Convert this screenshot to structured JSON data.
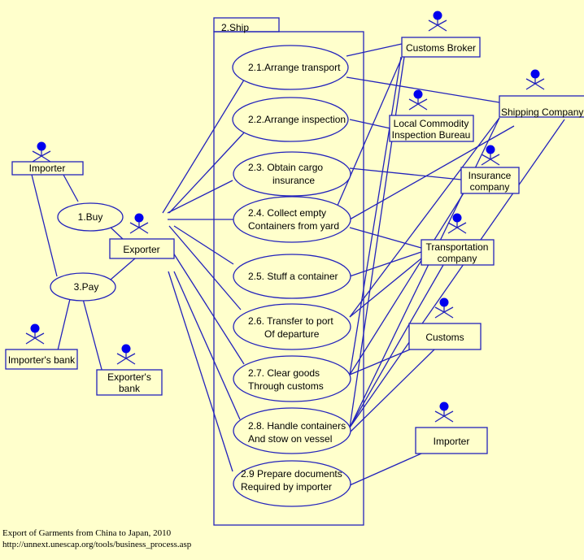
{
  "package": {
    "label": "2.Ship"
  },
  "actors": {
    "importer_left": "Importer",
    "exporter": "Exporter",
    "importers_bank": "Importer's bank",
    "exporters_bank": [
      "Exporter's",
      "bank"
    ],
    "customs_broker": "Customs Broker",
    "inspection_bureau": [
      "Local Commodity",
      "Inspection Bureau"
    ],
    "shipping_company": "Shipping Company",
    "insurance_company": [
      "Insurance",
      "company"
    ],
    "transportation_company": [
      "Transportation",
      "company"
    ],
    "customs": "Customs",
    "importer_right": "Importer"
  },
  "use_cases": {
    "buy": "1.Buy",
    "pay": "3.Pay",
    "uc21": [
      "2.1.Arrange transport"
    ],
    "uc22": [
      "2.2.Arrange inspection"
    ],
    "uc23": [
      "2.3. Obtain cargo",
      "insurance"
    ],
    "uc24": [
      "2.4. Collect empty",
      "Containers from yard"
    ],
    "uc25": [
      "2.5. Stuff a container"
    ],
    "uc26": [
      "2.6. Transfer to port",
      "Of departure"
    ],
    "uc27": [
      "2.7. Clear goods",
      "Through customs"
    ],
    "uc28": [
      "2.8. Handle containers",
      "And stow on vessel"
    ],
    "uc29": [
      "2.9 Prepare documents",
      "Required by importer"
    ]
  },
  "caption": {
    "line1": "Export of Garments from China to Japan, 2010",
    "line2": "http://unnext.unescap.org/tools/business_process.asp"
  }
}
